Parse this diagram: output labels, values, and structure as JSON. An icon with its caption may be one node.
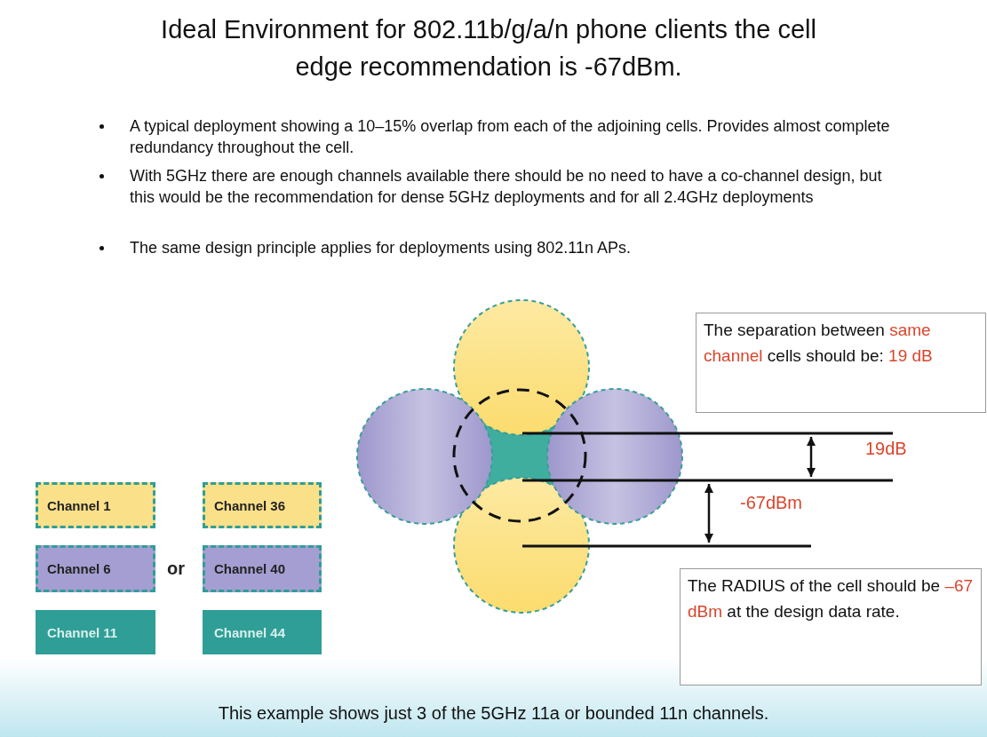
{
  "diagram": {
    "title": "Ideal Environment for 802.11b/g/a/n phone clients the cell edge recommendation is -67dBm.",
    "caption": "This example shows just 3 of the 5GHz 11a or bounded 11n channels.",
    "nodes": [
      {
        "text": [
          "Channel 1"
        ]
      },
      {
        "text": [
          "Channel 36"
        ]
      },
      {
        "text": [
          "Channel 6"
        ]
      },
      {
        "text": [
          "Channel 40"
        ]
      },
      {
        "text": [
          "Channel 11"
        ]
      },
      {
        "text": [
          "Channel 44"
        ]
      },
      {
        "text": [
          "The separation between **same channel** cells should be: **19 dB**"
        ]
      },
      {
        "text": [
          "The RADIUS of the cell should be **–67 dBm** at the design data rate."
        ]
      }
    ],
    "labels": [
      "A typical deployment showing a 10–15% overlap from each of the adjoining cells. Provides almost complete redundancy throughout the cell.",
      "With 5GHz there are enough channels available there should be no need to have a co-channel design, but this would be the recommendation for dense 5GHz deployments and for all 2.4GHz deployments",
      "The same design principle applies for deployments using 802.11n APs.",
      "or",
      "19dB",
      "-67dBm"
    ]
  }
}
